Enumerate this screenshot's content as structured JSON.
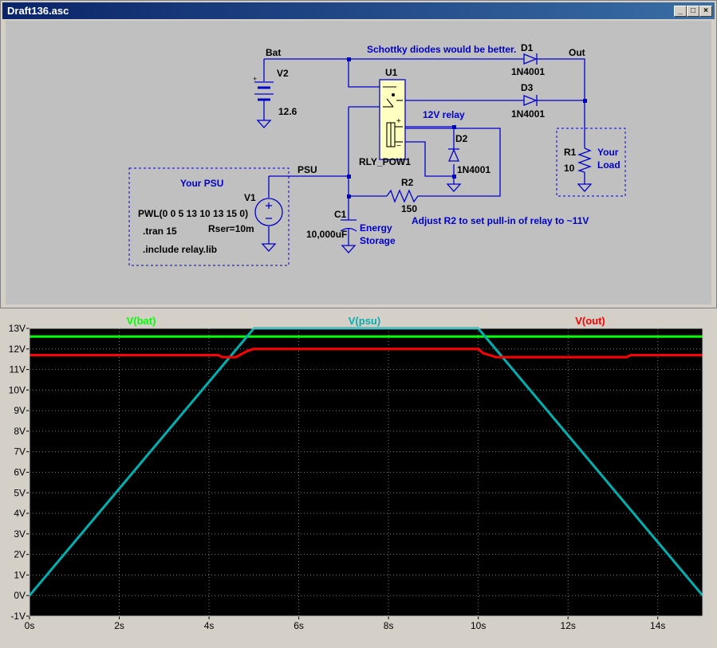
{
  "window": {
    "title": "Draft136.asc",
    "min_label": "_",
    "max_label": "□",
    "close_label": "×"
  },
  "schematic": {
    "labels": {
      "bat": "Bat",
      "v2": "V2",
      "v2_value": "12.6",
      "u1": "U1",
      "rly": "RLY_POW1",
      "relay_note": "12V relay",
      "schottky_note": "Schottky diodes would be better.",
      "d1": "D1",
      "d1_part": "1N4001",
      "d3": "D3",
      "d3_part": "1N4001",
      "d2": "D2",
      "d2_part": "1N4001",
      "out": "Out",
      "r1": "R1",
      "r1_value": "10",
      "your_load_1": "Your",
      "your_load_2": "Load",
      "psu": "PSU",
      "your_psu": "Your PSU",
      "v1": "V1",
      "pwl": "PWL(0 0 5 13 10 13 15 0)",
      "tran": ".tran 15",
      "rser": "Rser=10m",
      "include": ".include relay.lib",
      "r2": "R2",
      "r2_value": "150",
      "adjust_note": "Adjust R2 to set pull-in of relay to ~11V",
      "c1": "C1",
      "c1_value": "10,000uF",
      "energy_1": "Energy",
      "energy_2": "Storage",
      "plus": "+"
    }
  },
  "chart_data": {
    "type": "line",
    "xlabel": "",
    "ylabel": "",
    "xlim": [
      0,
      15
    ],
    "ylim": [
      -1,
      13
    ],
    "x_ticks": [
      "0s",
      "2s",
      "4s",
      "6s",
      "8s",
      "10s",
      "12s",
      "14s"
    ],
    "x_tick_values": [
      0,
      2,
      4,
      6,
      8,
      10,
      12,
      14
    ],
    "y_ticks": [
      "13V",
      "12V",
      "11V",
      "10V",
      "9V",
      "8V",
      "7V",
      "6V",
      "5V",
      "4V",
      "3V",
      "2V",
      "1V",
      "0V",
      "-1V"
    ],
    "y_tick_values": [
      13,
      12,
      11,
      10,
      9,
      8,
      7,
      6,
      5,
      4,
      3,
      2,
      1,
      0,
      -1
    ],
    "grid": true,
    "background": "#000000",
    "series": [
      {
        "name": "V(bat)",
        "color": "#00ff00",
        "x": [
          0,
          15
        ],
        "y": [
          12.6,
          12.6
        ]
      },
      {
        "name": "V(psu)",
        "color": "#00b0b0",
        "x": [
          0,
          5,
          10,
          15
        ],
        "y": [
          0,
          13,
          13,
          0
        ]
      },
      {
        "name": "V(out)",
        "color": "#ff0000",
        "x": [
          0,
          4.2,
          4.3,
          4.6,
          4.85,
          5.0,
          10.0,
          10.1,
          10.4,
          13.3,
          13.4,
          15
        ],
        "y": [
          11.7,
          11.7,
          11.6,
          11.6,
          11.9,
          12.0,
          12.0,
          11.8,
          11.6,
          11.6,
          11.7,
          11.7
        ]
      }
    ]
  }
}
